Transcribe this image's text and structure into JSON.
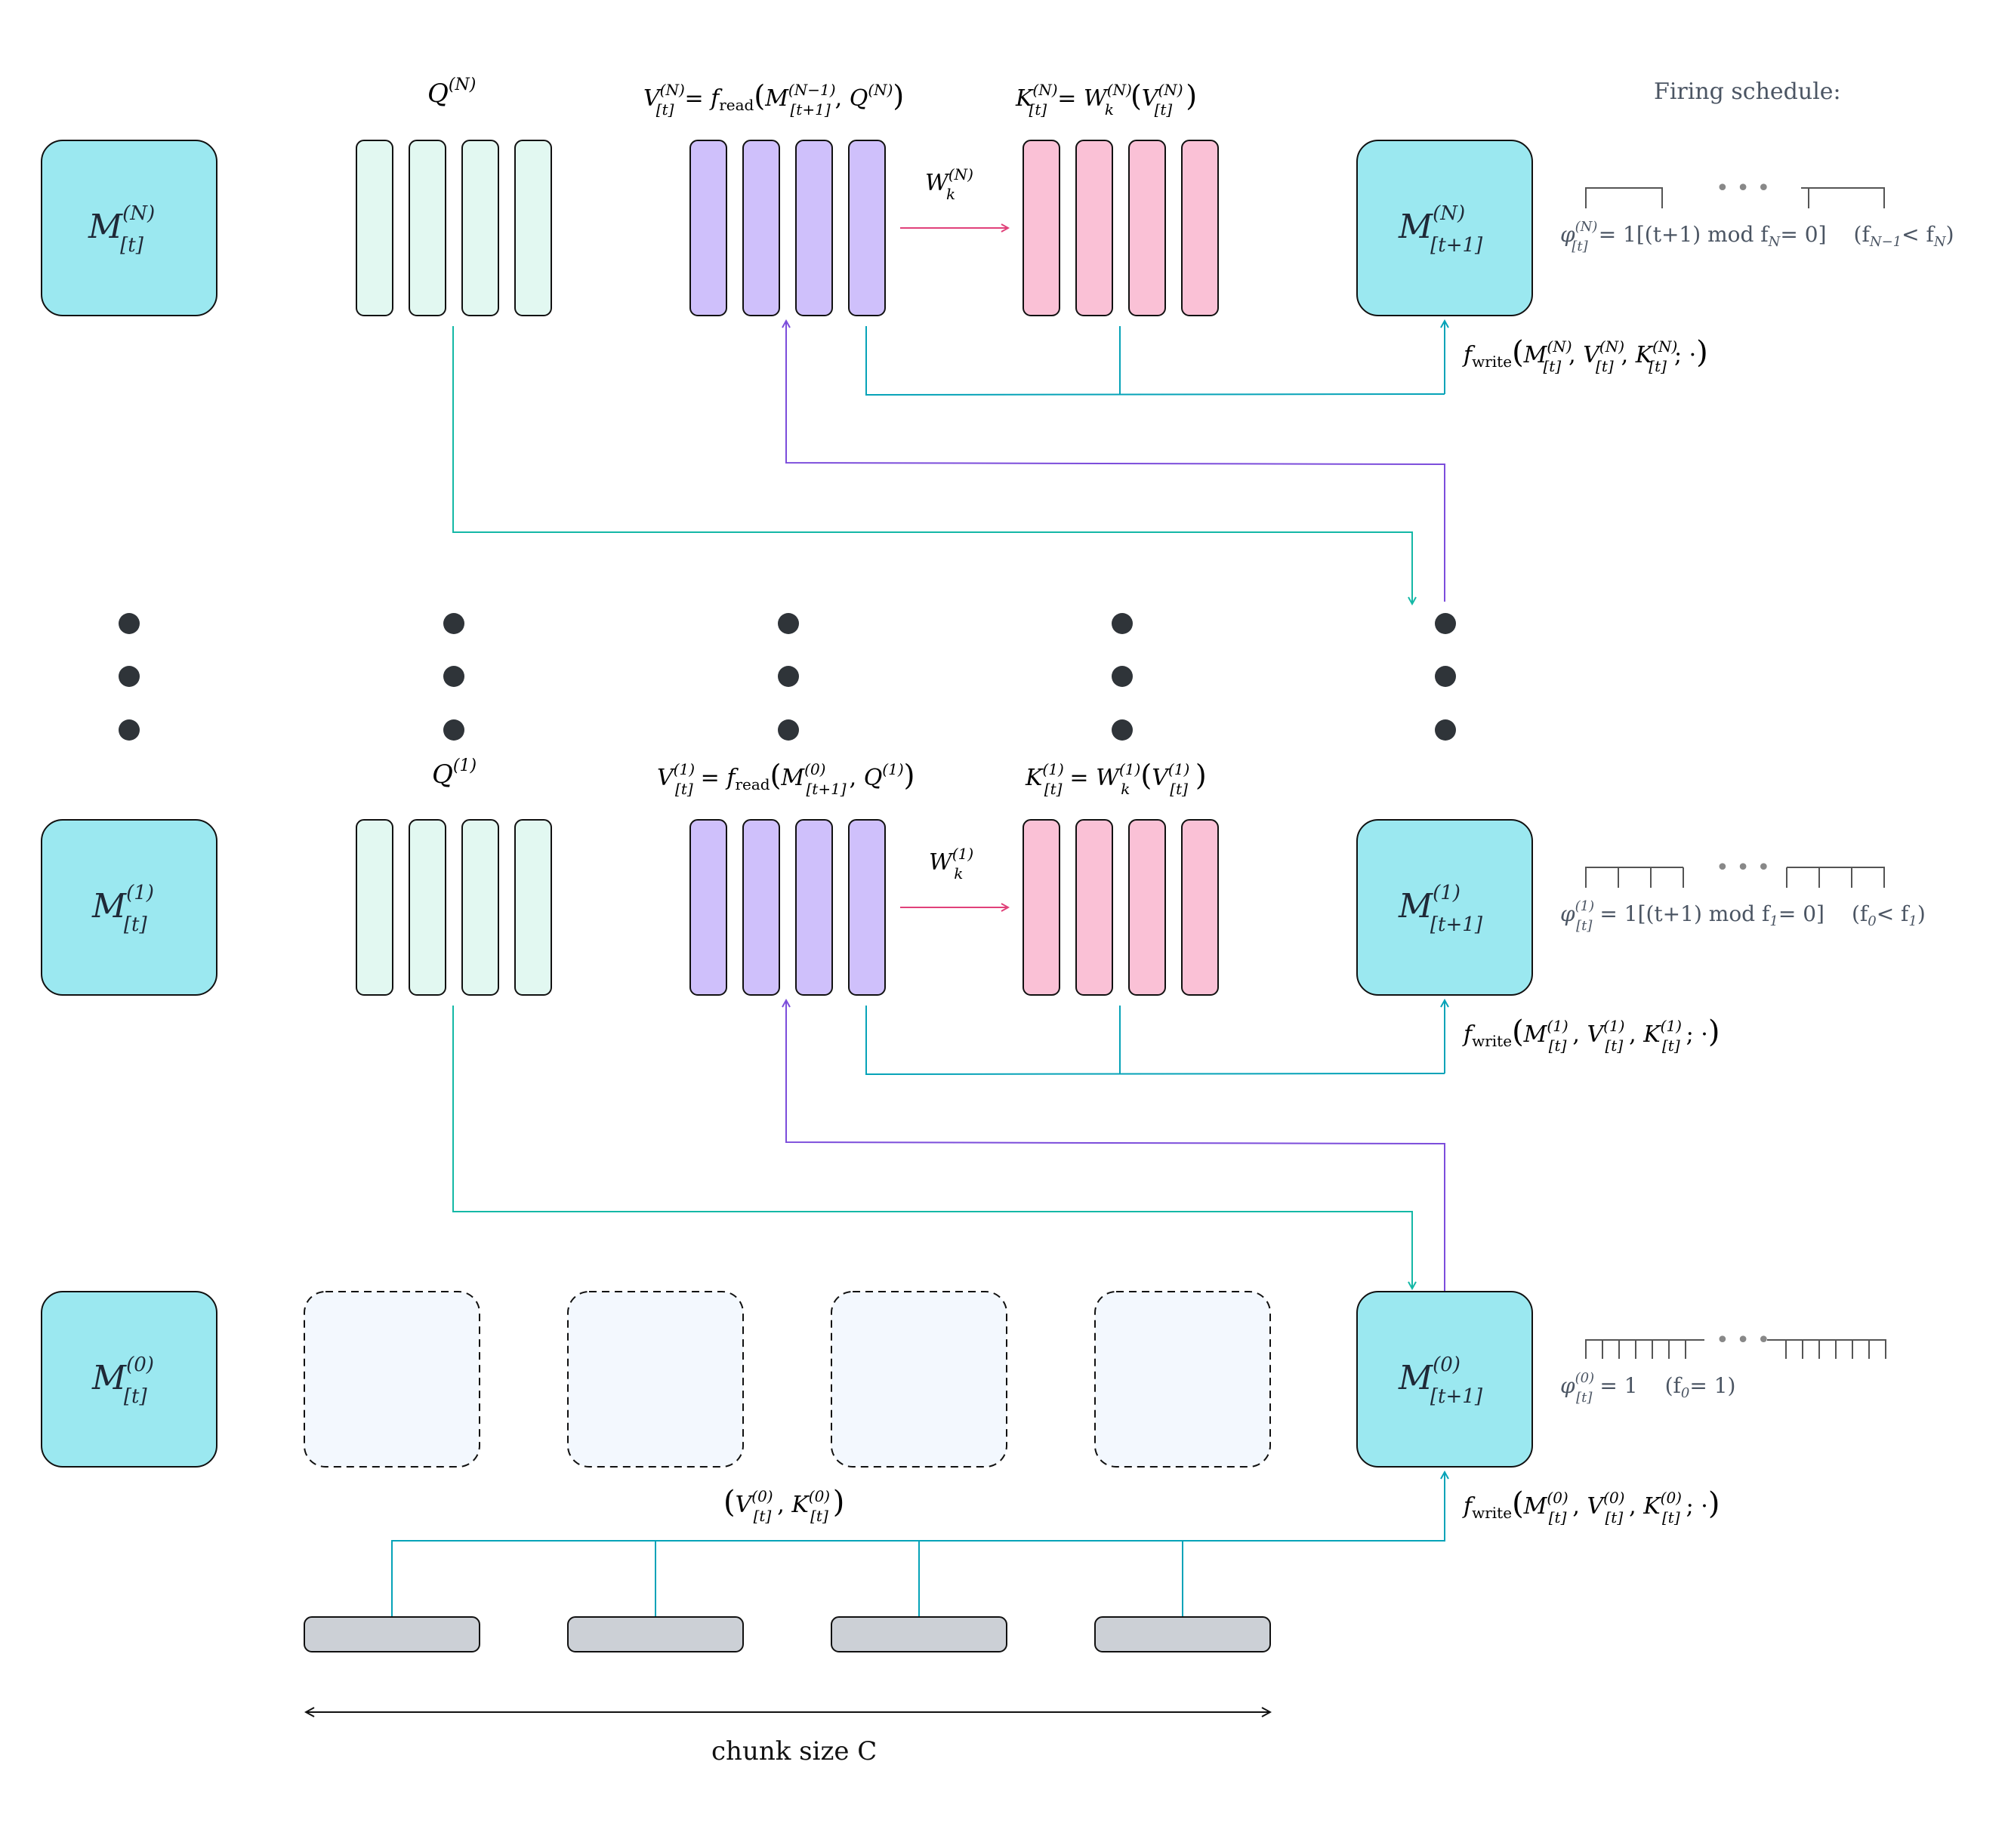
{
  "labels": {
    "firing_schedule": "Firing schedule:",
    "chunk_size": "chunk size C"
  },
  "colors": {
    "memory": "#9be8f0",
    "query": "#e2f8f1",
    "value": "#cfc0fb",
    "key": "#fac1d6",
    "chunk_box": "#f3f8fe",
    "token": "#ccd0d6",
    "teal_arrow": "#14b8a6",
    "cyan_arrow": "#06a3b8",
    "purple_arrow": "#7c4ddb",
    "pink_arrow": "#e0417a",
    "dots": "#2f3439"
  },
  "levels": [
    {
      "id": "N",
      "mem_left": {
        "base": "M",
        "sup": "(N)",
        "sub": "[t]"
      },
      "mem_right": {
        "base": "M",
        "sup": "(N)",
        "sub": "[t+1]"
      },
      "query_label": {
        "base": "Q",
        "sup": "(N)"
      },
      "value_eq": {
        "lhs": "V",
        "lhs_sup": "(N)",
        "lhs_sub": "[t]",
        "f": "f",
        "f_sub": "read",
        "arg_base": "M",
        "arg_sup": "(N−1)",
        "arg_sub": "[t+1]",
        "arg2": "Q",
        "arg2_sup": "(N)"
      },
      "key_eq": {
        "lhs": "K",
        "lhs_sup": "(N)",
        "lhs_sub": "[t]",
        "w": "W",
        "w_sup": "(N)",
        "w_sub": "k",
        "arg": "V",
        "arg_sup": "(N)",
        "arg_sub": "[t]"
      },
      "wk_label": {
        "base": "W",
        "sup": "(N)",
        "sub": "k"
      },
      "write_eq": {
        "f": "f",
        "f_sub": "write",
        "m": "M",
        "m_sup": "(N)",
        "m_sub": "[t]",
        "v": "V",
        "v_sup": "(N)",
        "v_sub": "[t]",
        "k": "K",
        "k_sup": "(N)",
        "k_sub": "[t]",
        "tail": "; ·"
      },
      "phi": {
        "base": "φ",
        "sup": "(N)",
        "sub": "[t]",
        "rhs": "= 1[(t+1) mod f",
        "rhs_sub": "N",
        "rhs_end": "= 0]",
        "cond": "(f",
        "cond_sub1": "N−1",
        "cond_mid": "< f",
        "cond_sub2": "N",
        "cond_end": ")"
      }
    },
    {
      "id": "1",
      "mem_left": {
        "base": "M",
        "sup": "(1)",
        "sub": "[t]"
      },
      "mem_right": {
        "base": "M",
        "sup": "(1)",
        "sub": "[t+1]"
      },
      "query_label": {
        "base": "Q",
        "sup": "(1)"
      },
      "value_eq": {
        "lhs": "V",
        "lhs_sup": "(1)",
        "lhs_sub": "[t]",
        "f": "f",
        "f_sub": "read",
        "arg_base": "M",
        "arg_sup": "(0)",
        "arg_sub": "[t+1]",
        "arg2": "Q",
        "arg2_sup": "(1)"
      },
      "key_eq": {
        "lhs": "K",
        "lhs_sup": "(1)",
        "lhs_sub": "[t]",
        "w": "W",
        "w_sup": "(1)",
        "w_sub": "k",
        "arg": "V",
        "arg_sup": "(1)",
        "arg_sub": "[t]"
      },
      "wk_label": {
        "base": "W",
        "sup": "(1)",
        "sub": "k"
      },
      "write_eq": {
        "f": "f",
        "f_sub": "write",
        "m": "M",
        "m_sup": "(1)",
        "m_sub": "[t]",
        "v": "V",
        "v_sup": "(1)",
        "v_sub": "[t]",
        "k": "K",
        "k_sup": "(1)",
        "k_sub": "[t]",
        "tail": "; ·"
      },
      "phi": {
        "base": "φ",
        "sup": "(1)",
        "sub": "[t]",
        "rhs": "= 1[(t+1) mod f",
        "rhs_sub": "1",
        "rhs_end": "= 0]",
        "cond": "(f",
        "cond_sub1": "0",
        "cond_mid": "< f",
        "cond_sub2": "1",
        "cond_end": ")"
      }
    },
    {
      "id": "0",
      "mem_left": {
        "base": "M",
        "sup": "(0)",
        "sub": "[t]"
      },
      "mem_right": {
        "base": "M",
        "sup": "(0)",
        "sub": "[t+1]"
      },
      "vk_label": {
        "v": "V",
        "v_sup": "(0)",
        "v_sub": "[t]",
        "k": "K",
        "k_sup": "(0)",
        "k_sub": "[t]"
      },
      "write_eq": {
        "f": "f",
        "f_sub": "write",
        "m": "M",
        "m_sup": "(0)",
        "m_sub": "[t]",
        "v": "V",
        "v_sup": "(0)",
        "v_sub": "[t]",
        "k": "K",
        "k_sup": "(0)",
        "k_sub": "[t]",
        "tail": "; ·"
      },
      "phi": {
        "base": "φ",
        "sup": "(0)",
        "sub": "[t]",
        "rhs": "= 1",
        "cond": "(f",
        "cond_sub1": "0",
        "cond_mid": "= 1)"
      }
    }
  ],
  "ellipsis": "• • •"
}
